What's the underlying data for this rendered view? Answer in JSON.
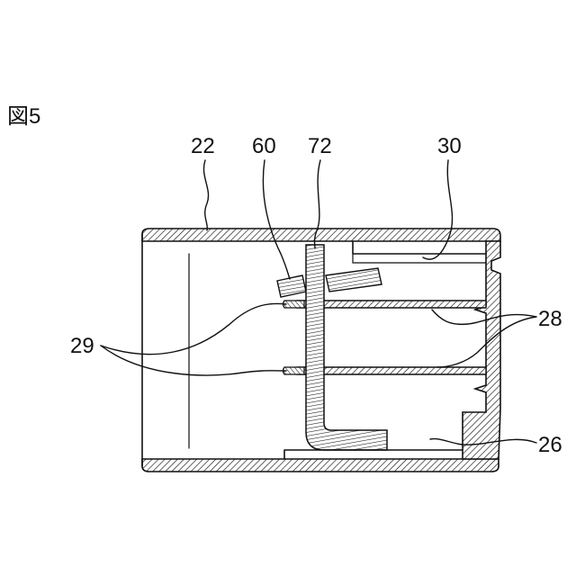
{
  "figure": {
    "title": "図5"
  },
  "labels": {
    "housing": "22",
    "contact_part": "60",
    "wire": "72",
    "upper_slot": "30",
    "ribs": "28",
    "pins": "29",
    "bottom_slot": "26"
  },
  "colors": {
    "ink": "#111111",
    "paper": "#ffffff"
  }
}
